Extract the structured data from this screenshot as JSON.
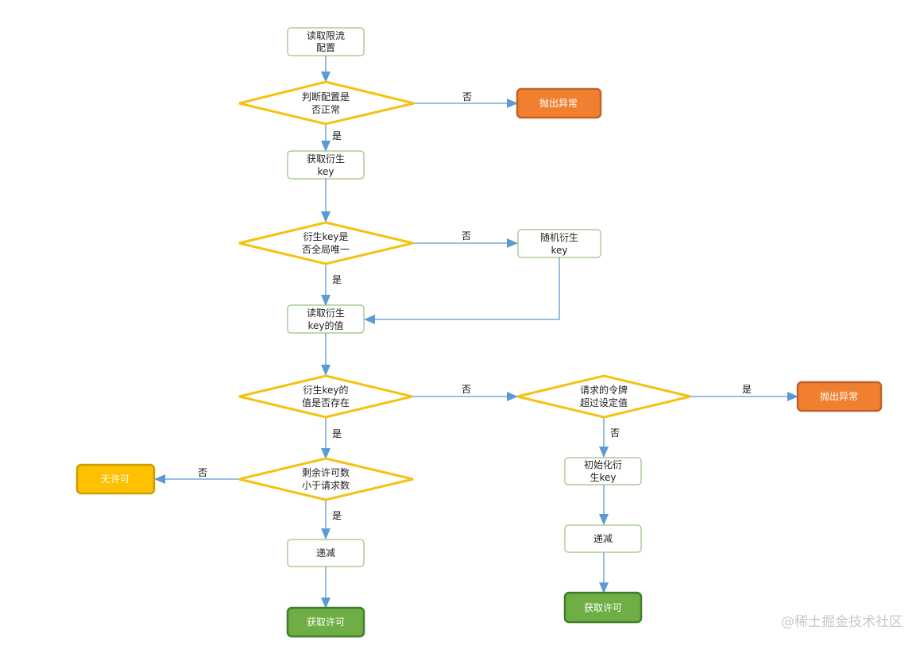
{
  "nodes": {
    "read_config": {
      "lines": [
        "读取限流",
        "配置"
      ]
    },
    "check_config": {
      "lines": [
        "判断配置是",
        "否正常"
      ]
    },
    "throw_1": {
      "lines": [
        "抛出异常"
      ]
    },
    "get_derived_key": {
      "lines": [
        "获取衍生",
        "key"
      ]
    },
    "check_unique": {
      "lines": [
        "衍生key是",
        "否全局唯一"
      ]
    },
    "random_key": {
      "lines": [
        "随机衍生",
        "key"
      ]
    },
    "read_key_value": {
      "lines": [
        "读取衍生",
        "key的值"
      ]
    },
    "check_exists": {
      "lines": [
        "衍生key的",
        "值是否存在"
      ]
    },
    "check_tokens": {
      "lines": [
        "请求的令牌",
        "超过设定值"
      ]
    },
    "throw_2": {
      "lines": [
        "抛出异常"
      ]
    },
    "init_key": {
      "lines": [
        "初始化衍",
        "生key"
      ]
    },
    "check_remaining": {
      "lines": [
        "剩余许可数",
        "小于请求数"
      ]
    },
    "no_permit": {
      "lines": [
        "无许可"
      ]
    },
    "decrement_left": {
      "lines": [
        "递减"
      ]
    },
    "decrement_right": {
      "lines": [
        "递减"
      ]
    },
    "grant_left": {
      "lines": [
        "获取许可"
      ]
    },
    "grant_right": {
      "lines": [
        "获取许可"
      ]
    }
  },
  "edge_labels": {
    "config_no": "否",
    "config_yes": "是",
    "unique_no": "否",
    "unique_yes": "是",
    "exists_no": "否",
    "exists_yes": "是",
    "tokens_yes": "是",
    "tokens_no": "否",
    "remaining_no": "否",
    "remaining_yes": "是"
  },
  "watermark": "@稀土掘金技术社区",
  "colors": {
    "process_border": "#82b366",
    "decision_border": "#f5c211",
    "exception_fill": "#f08030",
    "exception_border": "#c0622a",
    "deny_fill": "#ffc000",
    "deny_border": "#c9a000",
    "grant_fill": "#6fae45",
    "grant_border": "#3f7f2a",
    "arrow": "#5b9bd5"
  }
}
